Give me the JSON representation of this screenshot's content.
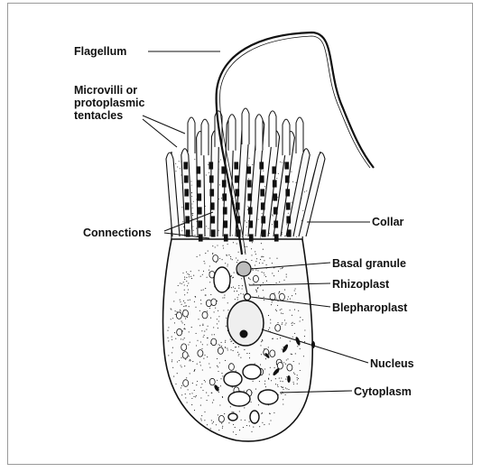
{
  "labels": {
    "flagellum": "Flagellum",
    "microvilli_1": "Microvilli or",
    "microvilli_2": "protoplasmic",
    "microvilli_3": "tentacles",
    "connections": "Connections",
    "collar": "Collar",
    "basal_granule": "Basal granule",
    "rhizoplast": "Rhizoplast",
    "blepharoplast": "Blepharoplast",
    "nucleus": "Nucleus",
    "cytoplasm": "Cytoplasm"
  },
  "colors": {
    "ink": "#111111",
    "frame": "#9a9a9a",
    "background": "#ffffff"
  }
}
